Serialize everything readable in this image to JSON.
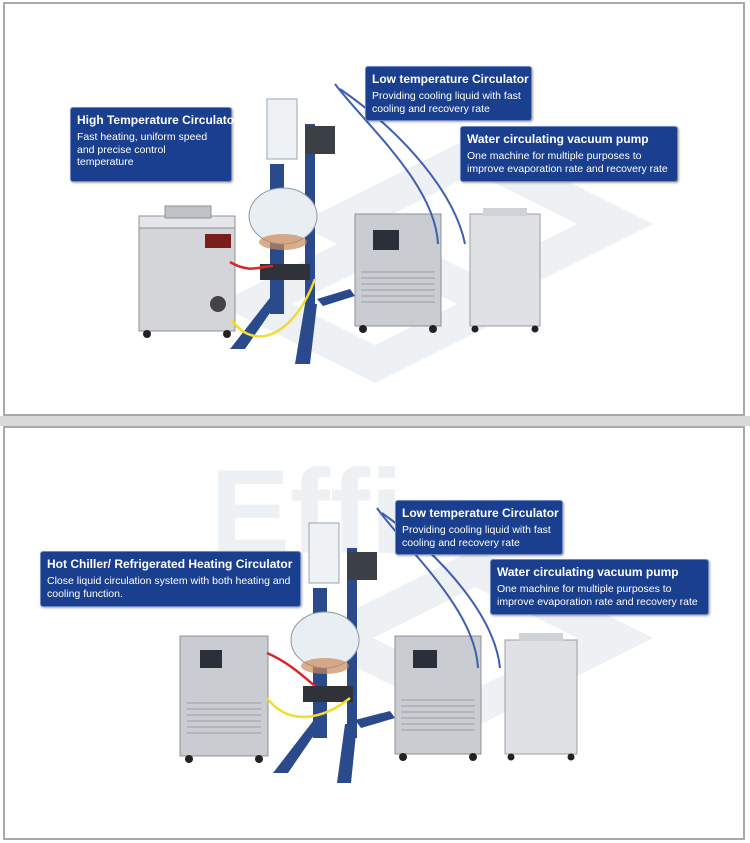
{
  "top": {
    "callouts": {
      "high_temp": {
        "title": "High Temperature Circulator",
        "desc": "Fast heating, uniform speed and precise control temperature"
      },
      "low_temp": {
        "title": "Low temperature Circulator",
        "desc": "Providing cooling liquid with fast cooling and recovery rate"
      },
      "vacuum_pump": {
        "title": "Water circulating vacuum pump",
        "desc": "One machine for multiple purposes to improve evaporation rate and recovery rate"
      }
    }
  },
  "bottom": {
    "callouts": {
      "hot_chiller": {
        "title": "Hot Chiller/ Refrigerated Heating Circulator",
        "desc": "Close liquid circulation system with both heating and cooling function."
      },
      "low_temp": {
        "title": "Low temperature Circulator",
        "desc": "Providing cooling liquid with fast cooling and recovery rate"
      },
      "vacuum_pump": {
        "title": "Water circulating vacuum pump",
        "desc": "One machine for multiple purposes to improve evaporation rate and recovery rate"
      }
    }
  },
  "colors": {
    "callout_bg": "#1b3f8f",
    "frame_blue": "#2b4a8b",
    "cabinet_gray": "#c9ccd1",
    "hose_red": "#d9262a",
    "cable_yellow": "#f2dc2e",
    "hose_blue": "#3e5fb0"
  },
  "watermark": {
    "text": "Effi"
  }
}
